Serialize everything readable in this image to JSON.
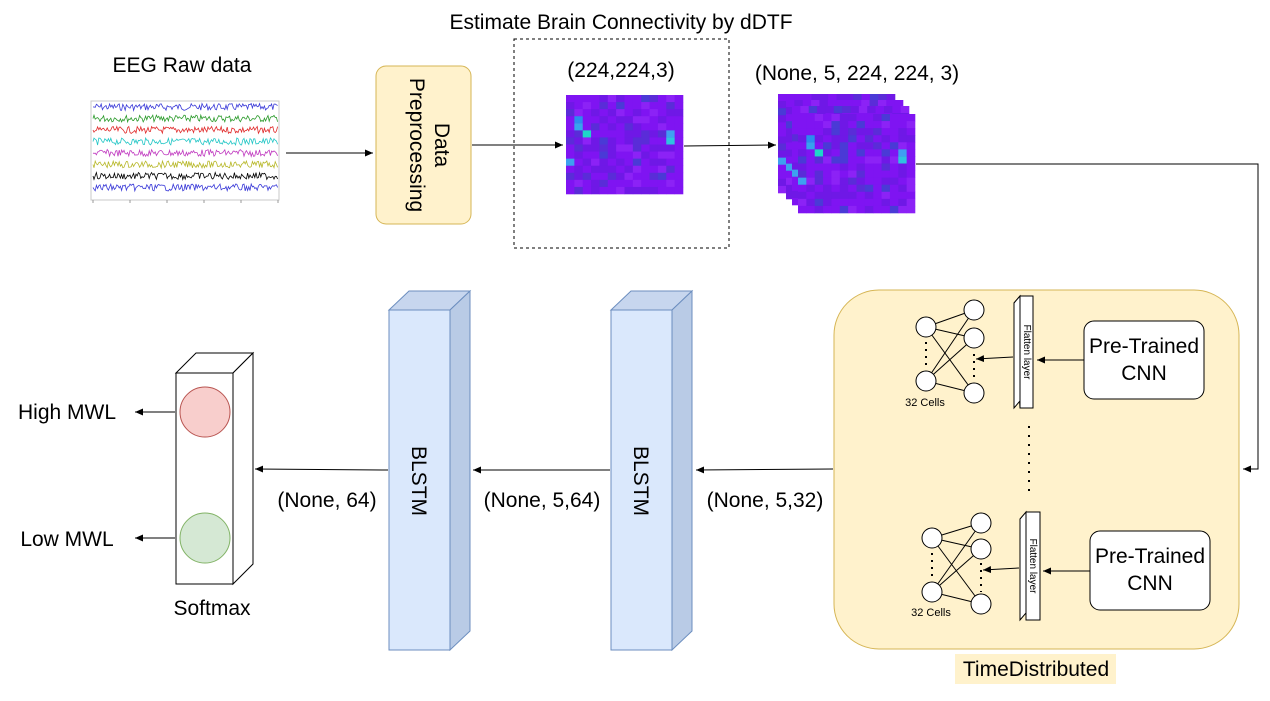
{
  "title": "Estimate Brain Connectivity by dDTF",
  "eeg": {
    "label": "EEG Raw data",
    "channel_colors": [
      "#3a3ad8",
      "#2a9a2a",
      "#e02a2a",
      "#22c6c6",
      "#c03ac0",
      "#b8b82a",
      "#000000",
      "#3a3ad8"
    ]
  },
  "preprocessing": {
    "label_line1": "Data",
    "label_line2": "Preprocessing",
    "fill": "#fff2cc",
    "stroke": "#d6b656"
  },
  "ddtf": {
    "shape": "(224,224,3)"
  },
  "sequence": {
    "shape": "(None, 5, 224, 224, 3)"
  },
  "time_distributed": {
    "label": "TimeDistributed",
    "fill": "#fff2cc",
    "stroke": "#d6b656",
    "cnn_top_line1": "Pre-Trained",
    "cnn_top_line2": "CNN",
    "cnn_bottom_line1": "Pre-Trained",
    "cnn_bottom_line2": "CNN",
    "flatten_top": "Flatten layer",
    "flatten_bottom": "Flatten layer",
    "cells_top": "32 Cells",
    "cells_bottom": "32 Cells",
    "output_shape": "(None, 5,32)"
  },
  "blstm_right": {
    "label": "BLSTM",
    "output_shape": "(None, 5,64)"
  },
  "blstm_left": {
    "label": "BLSTM",
    "output_shape": "(None, 64)"
  },
  "softmax": {
    "label": "Softmax",
    "high_label": "High MWL",
    "low_label": "Low MWL",
    "high_color": "#f8cecc",
    "high_stroke": "#b85450",
    "low_color": "#d5e8d4",
    "low_stroke": "#82b366"
  },
  "colors": {
    "blstm_fill": "#dae8fc",
    "blstm_stroke": "#6c8ebf",
    "heatmap_base": "#7a10f0"
  }
}
